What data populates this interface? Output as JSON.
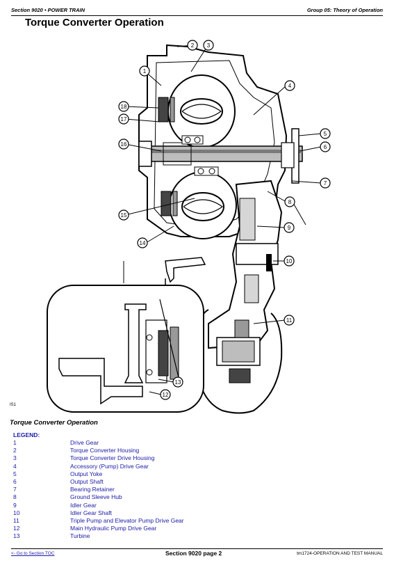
{
  "header": {
    "section": "Section 9020 • POWER TRAIN",
    "group": "Group 05: Theory of Operation"
  },
  "title": "Torque Converter Operation",
  "figure": {
    "id_mark": "IS1",
    "callouts": [
      "1",
      "2",
      "3",
      "4",
      "5",
      "6",
      "7",
      "8",
      "9",
      "10",
      "11",
      "12",
      "13",
      "14",
      "15",
      "16",
      "17",
      "18"
    ]
  },
  "caption": "Torque Converter Operation",
  "legend": {
    "title": "LEGEND:",
    "items": [
      {
        "num": "1",
        "name": "Drive Gear"
      },
      {
        "num": "2",
        "name": "Torque Converter Housing"
      },
      {
        "num": "3",
        "name": "Torque Converter Drive Housing"
      },
      {
        "num": "4",
        "name": "Accessory (Pump) Drive Gear"
      },
      {
        "num": "5",
        "name": "Output Yoke"
      },
      {
        "num": "6",
        "name": "Output Shaft"
      },
      {
        "num": "7",
        "name": "Bearing Retainer"
      },
      {
        "num": "8",
        "name": "Ground Sleeve Hub"
      },
      {
        "num": "9",
        "name": "Idler Gear"
      },
      {
        "num": "10",
        "name": "Idler Gear Shaft"
      },
      {
        "num": "11",
        "name": "Triple Pump and Elevator Pump Drive Gear"
      },
      {
        "num": "12",
        "name": "Main Hydraulic Pump Drive Gear"
      },
      {
        "num": "13",
        "name": "Turbine"
      }
    ]
  },
  "footer": {
    "toc_link": "<- Go to Section TOC",
    "page": "Section 9020 page 2",
    "manual": "tm1724-OPERATION AND TEST MANUAL"
  }
}
